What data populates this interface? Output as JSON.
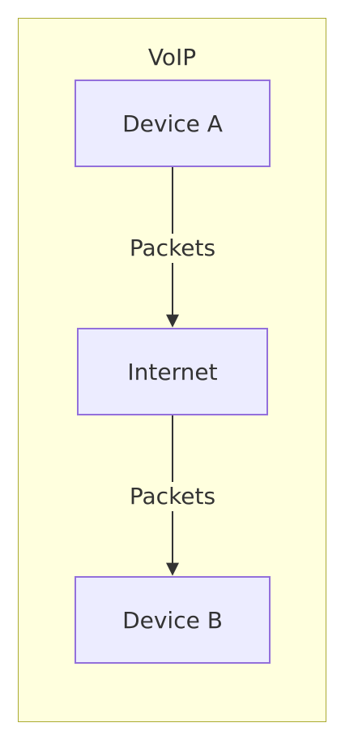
{
  "diagram": {
    "group_title": "VoIP",
    "nodes": {
      "device_a": "Device A",
      "internet": "Internet",
      "device_b": "Device B"
    },
    "edges": {
      "a_to_internet": "Packets",
      "internet_to_b": "Packets"
    },
    "colors": {
      "group_fill": "#ffffde",
      "group_border": "#aaaa33",
      "node_fill": "#ececff",
      "node_border": "#9370db",
      "edge": "#333333",
      "text": "#333333"
    }
  }
}
